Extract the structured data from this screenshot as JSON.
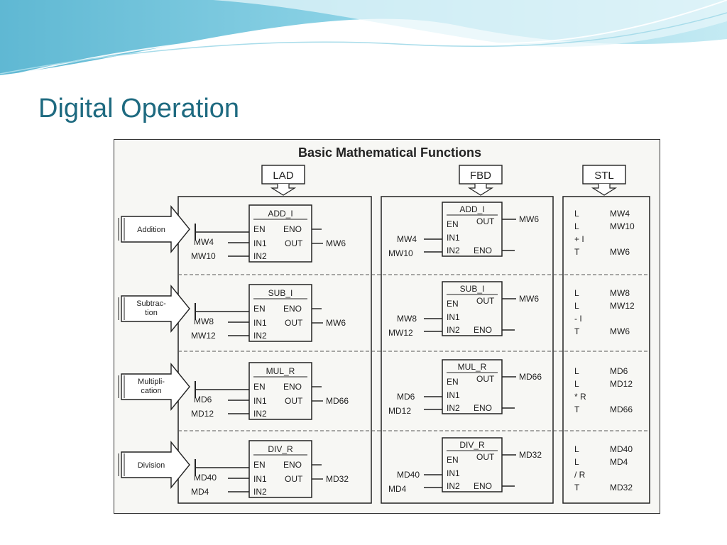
{
  "slide": {
    "title": "Digital Operation"
  },
  "figure": {
    "heading": "Basic Mathematical Functions",
    "columns": {
      "lad": "LAD",
      "fbd": "FBD",
      "stl": "STL"
    },
    "operations": [
      {
        "label_lines": [
          "Addition"
        ],
        "block": "ADD_I",
        "in1": "MW4",
        "in2": "MW10",
        "out": "MW6",
        "stl": [
          [
            "L",
            "MW4"
          ],
          [
            "L",
            "MW10"
          ],
          [
            "+ I",
            ""
          ],
          [
            "T",
            "MW6"
          ]
        ]
      },
      {
        "label_lines": [
          "Subtrac-",
          "tion"
        ],
        "block": "SUB_I",
        "in1": "MW8",
        "in2": "MW12",
        "out": "MW6",
        "stl": [
          [
            "L",
            "MW8"
          ],
          [
            "L",
            "MW12"
          ],
          [
            "- I",
            ""
          ],
          [
            "T",
            "MW6"
          ]
        ]
      },
      {
        "label_lines": [
          "Multipli-",
          "cation"
        ],
        "block": "MUL_R",
        "in1": "MD6",
        "in2": "MD12",
        "out": "MD66",
        "stl": [
          [
            "L",
            "MD6"
          ],
          [
            "L",
            "MD12"
          ],
          [
            "* R",
            ""
          ],
          [
            "T",
            "MD66"
          ]
        ]
      },
      {
        "label_lines": [
          "Division"
        ],
        "block": "DIV_R",
        "in1": "MD40",
        "in2": "MD4",
        "out": "MD32",
        "stl": [
          [
            "L",
            "MD40"
          ],
          [
            "L",
            "MD4"
          ],
          [
            "/ R",
            ""
          ],
          [
            "T",
            "MD32"
          ]
        ]
      }
    ],
    "pins": {
      "en": "EN",
      "eno": "ENO",
      "in1": "IN1",
      "in2": "IN2",
      "out": "OUT"
    }
  }
}
